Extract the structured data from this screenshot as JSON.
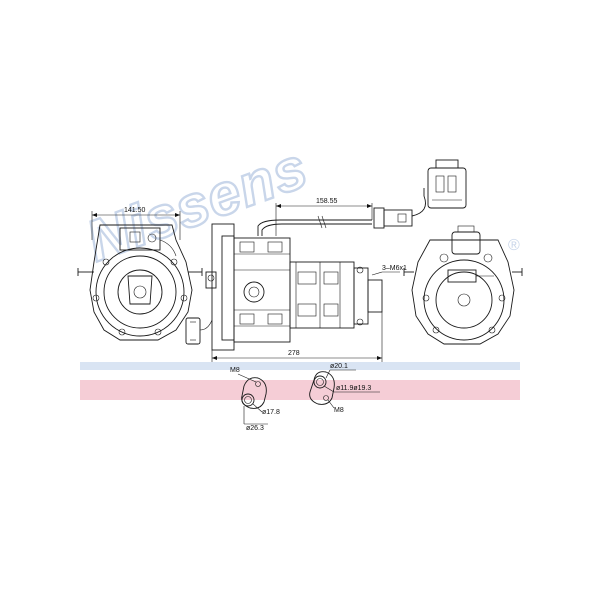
{
  "watermark": {
    "text": "Nissens",
    "registered": "®",
    "color": "#c9d6ea",
    "stripe_blue": "#d9e4f3",
    "stripe_pink": "#f5cdd6"
  },
  "dimensions": {
    "front_width": "141.50",
    "cable_length": "158.55",
    "overall_length": "278",
    "thread": "3–M6x1"
  },
  "port_left": {
    "bolt": "M8",
    "bore": "ø17.8",
    "flange": "ø26.3"
  },
  "port_right": {
    "bore_outer": "ø20.1",
    "bore_inner": "ø11.9",
    "bore_inner_extra": "ø19.3",
    "bolt": "M8"
  }
}
